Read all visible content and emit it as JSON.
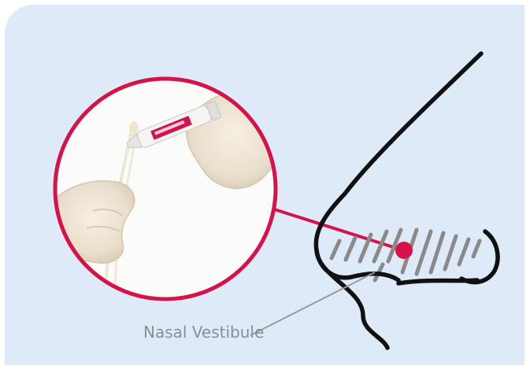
{
  "label": {
    "text": "Nasal Vestibule"
  },
  "colors": {
    "background_panel": "#deeaf8",
    "accent_red": "#d4134a",
    "outline_black": "#111111",
    "hatch_gray": "#8a8a8a",
    "label_gray": "#8a8f94"
  },
  "icons": {
    "photo": "gloved-hands-applying-ointment-to-swab",
    "nose": "nose-profile-outline"
  }
}
